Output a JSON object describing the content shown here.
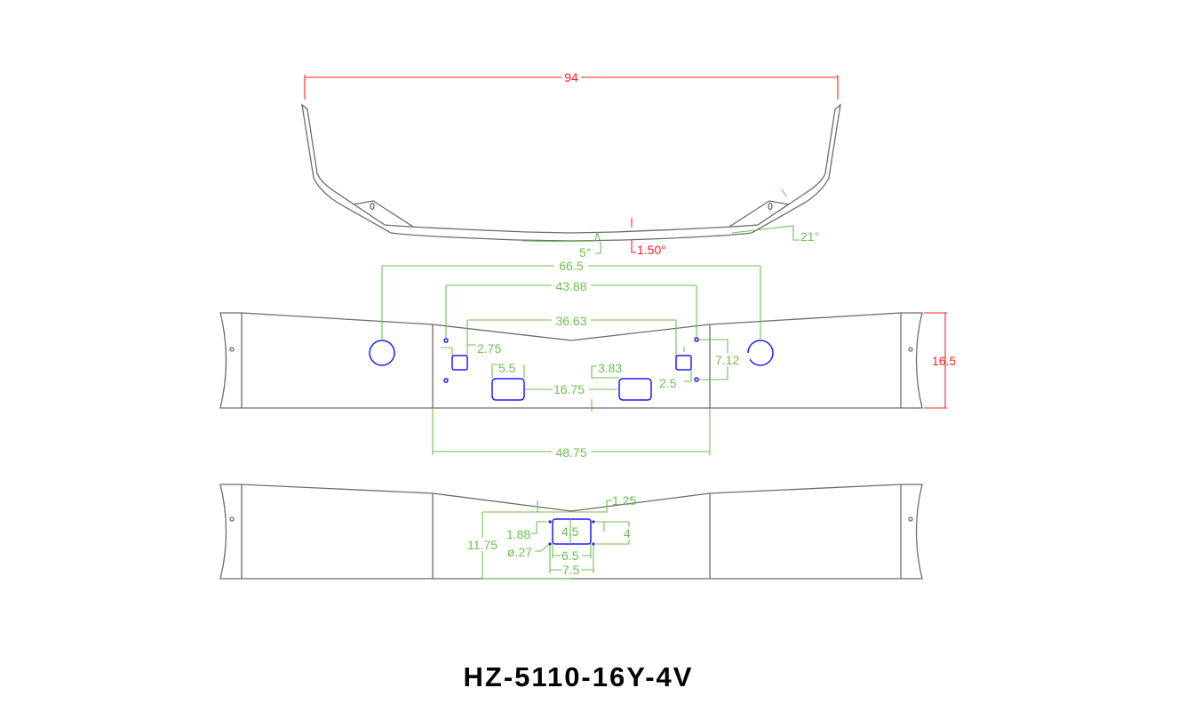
{
  "title": "HZ-5110-16Y-4V",
  "top_view": {
    "width_dim": "94",
    "angle_center": "1.50°",
    "angle_left": "5°",
    "angle_right": "21°"
  },
  "front_view": {
    "hole_spacing": "66.5",
    "bolt_spacing": "43.88",
    "square_spacing": "36.63",
    "center_width": "48.75",
    "height": "16.5",
    "square_offset": "2.75",
    "slot_width": "5.5",
    "slot_spacing": "16.75",
    "slot_offset": "3.83",
    "square_height": "2.5",
    "bolt_vertical": "7.12"
  },
  "rear_view": {
    "top_offset": "1.25",
    "height": "11.75",
    "rect_offset": "1.88",
    "hole_dia": "ø.27",
    "rect_width": "4.5",
    "rect_height": "4",
    "inner_spacing": "6.5",
    "outer_spacing": "7.5"
  },
  "colors": {
    "outline": "#6e6a6e",
    "cutout": "#1a1aff",
    "dimension": "#6cbf4f",
    "key_dimension": "#ff2020"
  }
}
